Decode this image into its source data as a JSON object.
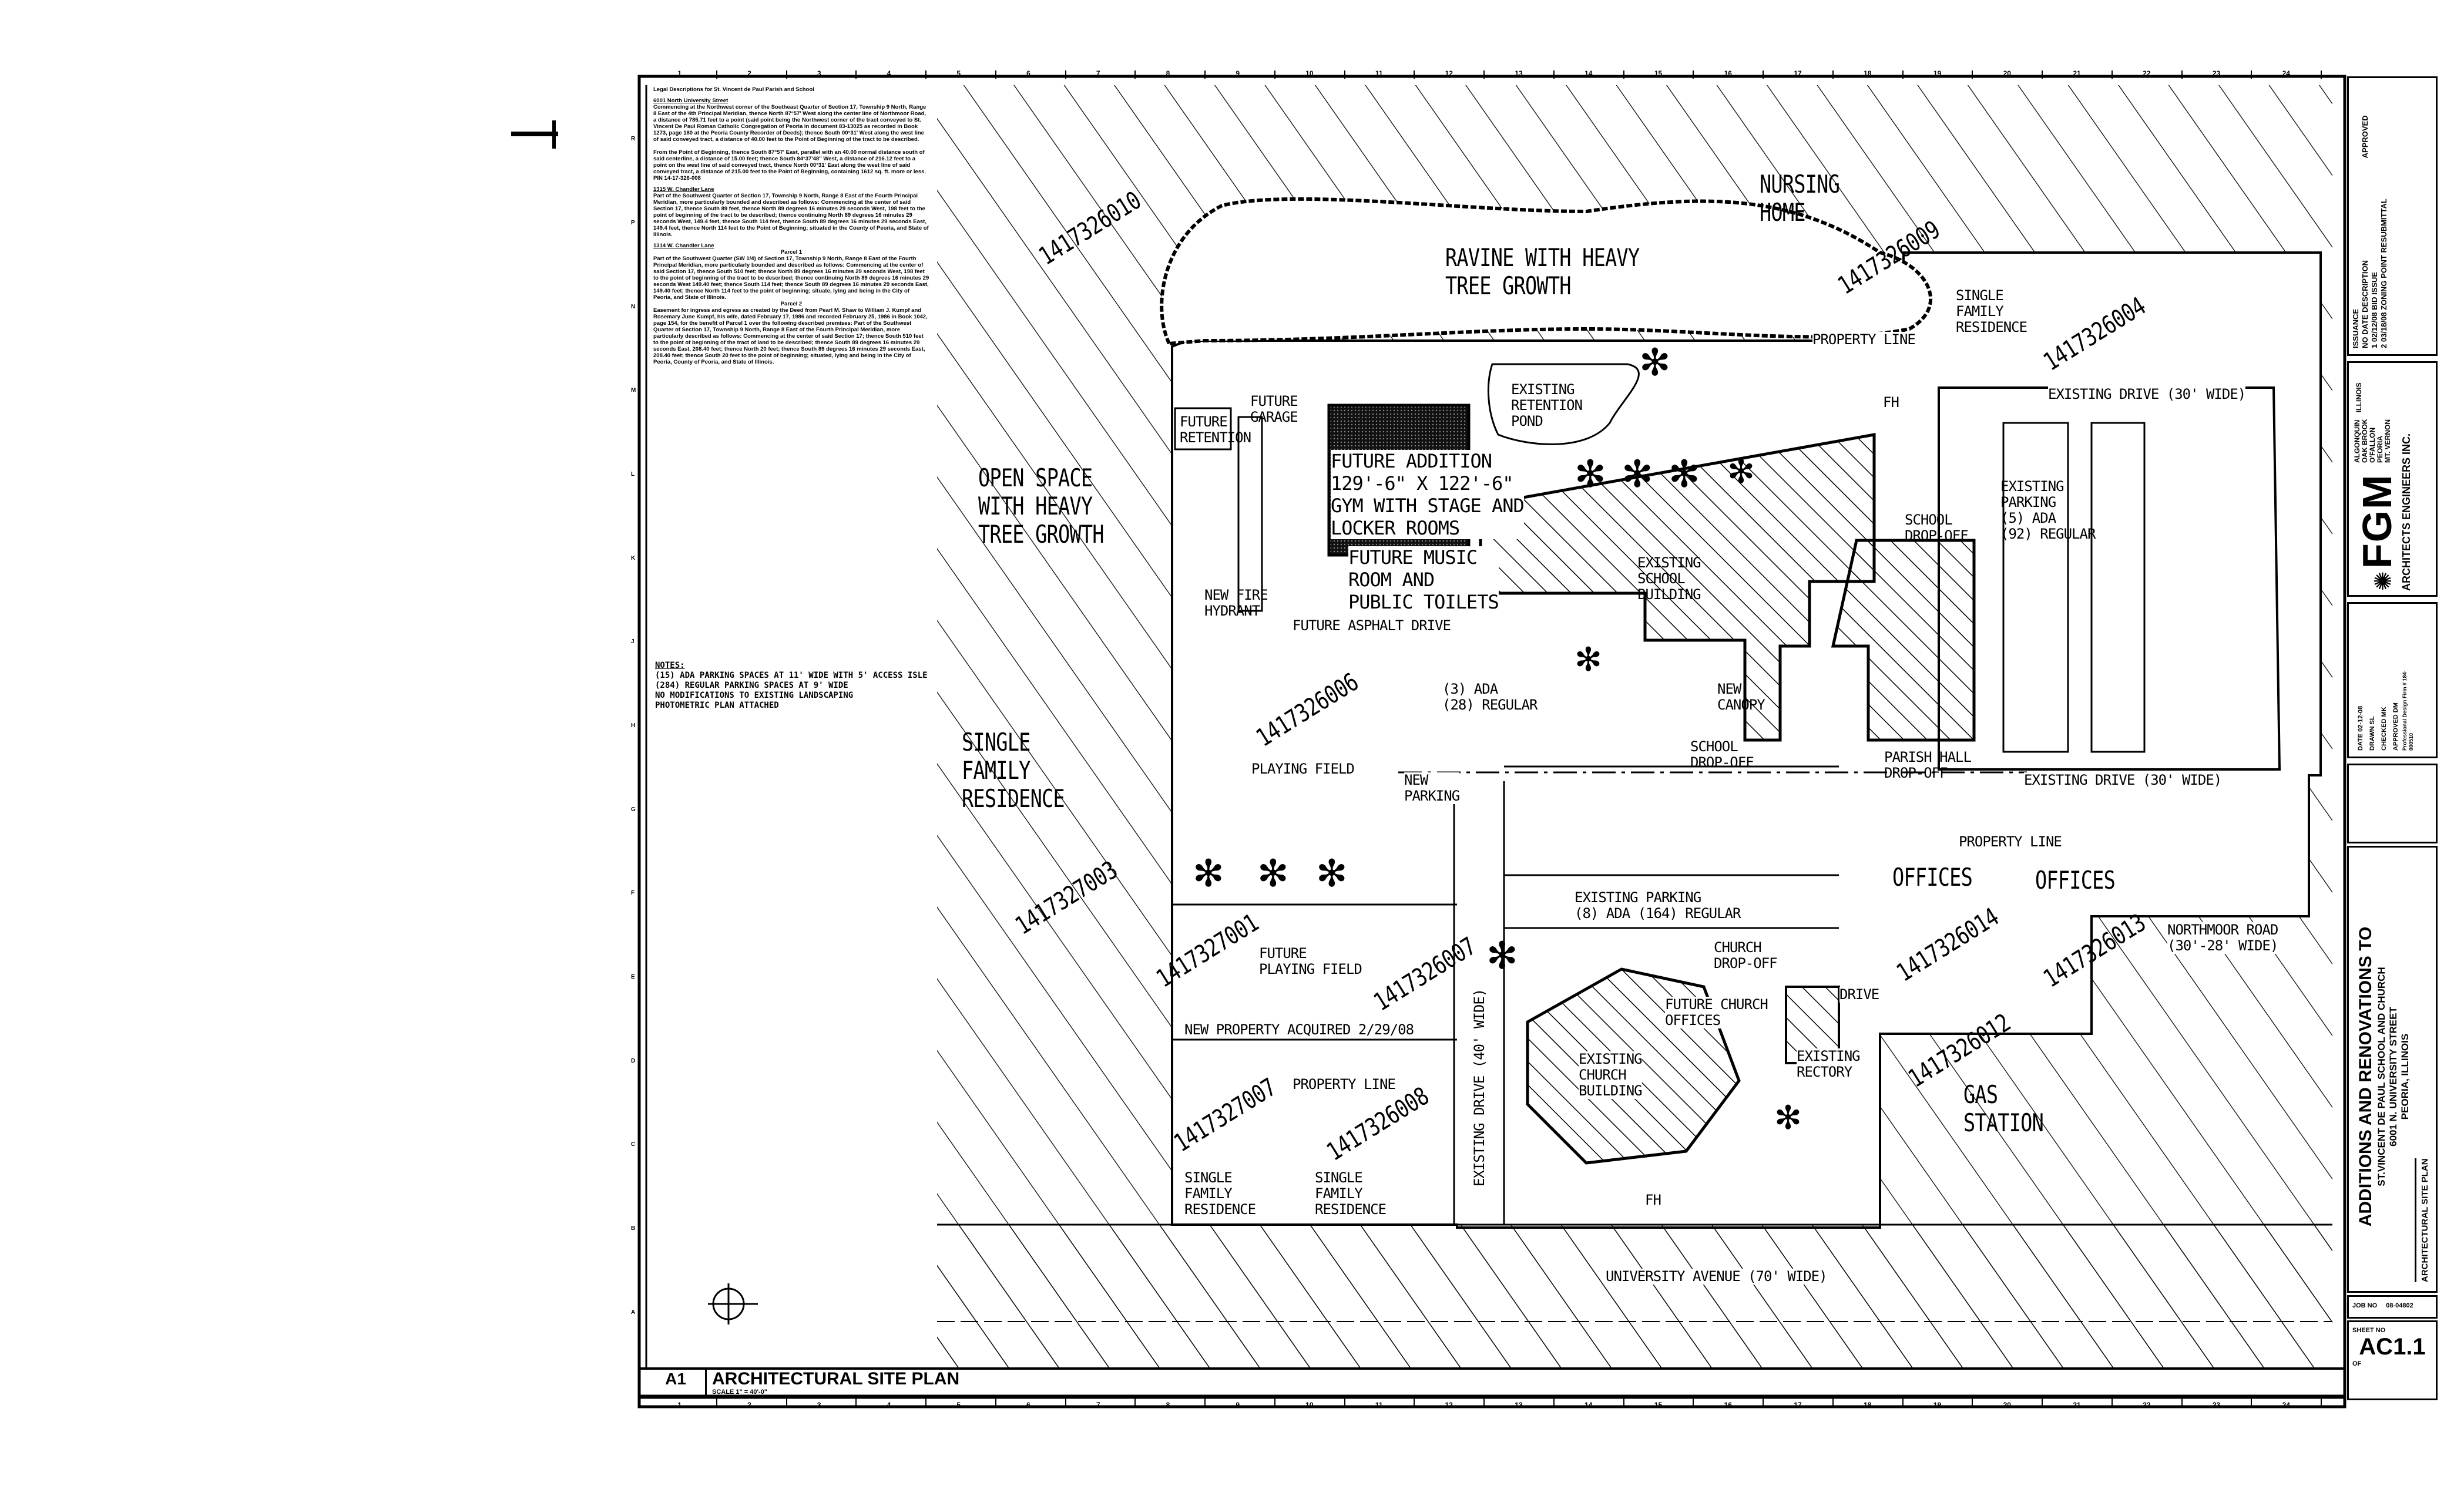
{
  "legal": {
    "title": "Legal Descriptions for St. Vincent de Paul Parish and School",
    "sections": [
      {
        "heading": "6001 North University Street",
        "paragraphs": [
          "Commencing at the Northwest corner of the Southeast Quarter of Section 17, Township 9 North, Range 8 East of the 4th Principal Meridian, thence North 87°57' West along the center line of Northmoor Road, a distance of 785.71 feet to a point (said point being the Northwest corner of the tract conveyed to St. Vincent De Paul Roman Catholic Congregation of Peoria in document 83-13025 as recorded in Book 1273, page 180 at the Peoria County Recorder of Deeds); thence South 00°31' West along the west line of said conveyed tract, a distance of 40.00 feet to the Point of Beginning of the tract to be described.",
          "From the Point of Beginning, thence South 87°57' East, parallel with an 40.00 normal distance south of said centerline, a distance of 15.00 feet; thence South 84°37'48\" West, a distance of 216.12 feet to a point on the west line of said conveyed tract, thence North 00°31' East along the west line of said conveyed tract, a distance of 215.00 feet to the Point of Beginning, containing 1612 sq. ft. more or less.",
          "PIN 14-17-326-008"
        ]
      },
      {
        "heading": "1315 W. Chandler Lane",
        "paragraphs": [
          "Part of the Southwest Quarter of Section 17, Township 9 North, Range 8 East of the Fourth Principal Meridian, more particularly bounded and described as follows: Commencing at the center of said Section 17, thence South 89 feet, thence North 89 degrees 16 minutes 29 seconds West, 198 feet to the point of beginning of the tract to be described; thence continuing North 89 degrees 16 minutes 29 seconds West, 149.4 feet, thence South 114 feet, thence South 89 degrees 16 minutes 29 seconds East, 149.4 feet, thence North 114 feet to the Point of Beginning; situated in the County of Peoria, and State of Illinois."
        ]
      },
      {
        "heading": "1314 W. Chandler Lane",
        "paragraphs": [
          "Parcel 1",
          "Part of the Southwest Quarter (SW 1/4) of Section 17, Township 9 North, Range 8 East of the Fourth Principal Meridian, more particularly bounded and described as follows: Commencing at the center of said Section 17, thence South 510 feet; thence North 89 degrees 16 minutes 29 seconds West, 198 feet to the point of beginning of the tract to be described; thence continuing North 89 degrees 16 minutes 29 seconds West 149.40 feet; thence South 114 feet; thence South 89 degrees 16 minutes 29 seconds East, 149.40 feet; thence North 114 feet to the point of beginning; situate, lying and being in the City of Peoria, and State of Illinois.",
          "Parcel 2",
          "Easement for ingress and egress as created by the Deed from Pearl M. Shaw to William J. Kumpf and Rosemary June Kumpf, his wife, dated February 17, 1986 and recorded February 25, 1986 in Book 1042, page 154, for the benefit of Parcel 1 over the following described premises: Part of the Southwest Quarter of Section 17, Township 9 North, Range 8 East of the Fourth Principal Meridian, more particularly described as follows: Commencing at the center of said Section 17; thence South 510 feet to the point of beginning of the tract of land to be described; thence South 89 degrees 16 minutes 29 seconds East, 208.40 feet; thence North 20 feet; thence South 89 degrees 16 minutes 29 seconds East, 208.40 feet; thence South 20 feet to the point of beginning; situated, lying and being in the City of Peoria, County of Peoria, and State of Illinois."
        ]
      }
    ]
  },
  "notes": {
    "heading": "NOTES:",
    "items": [
      "(15) ADA PARKING SPACES AT 11' WIDE WITH 5' ACCESS ISLE",
      "(284) REGULAR PARKING SPACES AT 9' WIDE",
      "NO MODIFICATIONS TO EXISTING LANDSCAPING",
      "PHOTOMETRIC PLAN ATTACHED"
    ]
  },
  "grid": {
    "columns": [
      "1",
      "2",
      "3",
      "4",
      "5",
      "6",
      "7",
      "8",
      "9",
      "10",
      "11",
      "12",
      "13",
      "14",
      "15",
      "16",
      "17",
      "18",
      "19",
      "20",
      "21",
      "22",
      "23",
      "24"
    ],
    "rows": [
      "A",
      "B",
      "C",
      "D",
      "E",
      "F",
      "G",
      "H",
      "J",
      "K",
      "L",
      "M",
      "N",
      "P",
      "R"
    ]
  },
  "plan": {
    "labels": {
      "nursing_home": "NURSING\nHOME",
      "ravine": "RAVINE WITH HEAVY\nTREE GROWTH",
      "open_space": "OPEN SPACE\nWITH HEAVY\nTREE GROWTH",
      "sfr_west": "SINGLE\nFAMILY\nRESIDENCE",
      "future_retention": "FUTURE\nRETENTION",
      "future_garage": "FUTURE\nGARAGE",
      "future_addition": "FUTURE ADDITION\n129'-6\" x 122'-6\"\nGYM WITH STAGE AND\nLOCKER ROOMS",
      "future_music": "FUTURE MUSIC\nROOM AND\nPUBLIC TOILETS",
      "retention_pond": "EXISTING\nRETENTION\nPOND",
      "school_building": "EXISTING\nSCHOOL\nBUILDING",
      "fire_hydrant": "NEW FIRE\nHYDRANT",
      "asphalt_drive": "FUTURE ASPHALT DRIVE",
      "ada_regular": "(3) ADA\n(28) REGULAR",
      "playing_field": "PLAYING FIELD",
      "new_parking": "NEW\nPARKING",
      "school_dropoff": "SCHOOL\nDROP-OFF",
      "new_canopy": "NEW\nCANOPY",
      "parish_dropoff": "PARISH HALL\nDROP-OFF",
      "existing_drive_top": "EXISTING DRIVE (30' WIDE)",
      "existing_parking_east": "EXISTING\nPARKING\n(5) ADA\n(92) REGULAR",
      "school_dropoff_east": "SCHOOL\nDROP-OFF",
      "sfr_ne": "SINGLE\nFAMILY\nRESIDENCE",
      "property_line_1": "PROPERTY LINE",
      "existing_drive_mid": "EXISTING DRIVE (30' WIDE)",
      "property_line_2": "PROPERTY LINE",
      "offices_1": "OFFICES",
      "offices_2": "OFFICES",
      "northmoor": "NORTHMOOR ROAD\n(30'-28' WIDE)",
      "existing_parking_south": "EXISTING PARKING\n(8) ADA (164) REGULAR",
      "church_dropoff": "CHURCH\nDROP-OFF",
      "future_playing_field": "FUTURE\nPLAYING FIELD",
      "new_property": "NEW PROPERTY ACQUIRED 2/29/08",
      "property_line_3": "PROPERTY LINE",
      "church_building": "EXISTING\nCHURCH\nBUILDING",
      "future_church_offices": "FUTURE CHURCH\nOFFICES",
      "drive": "DRIVE",
      "rectory": "EXISTING\nRECTORY",
      "gas_station": "GAS\nSTATION",
      "existing_drive_40": "EXISTING DRIVE (40' WIDE)",
      "sfr_sw1": "SINGLE\nFAMILY\nRESIDENCE",
      "sfr_sw2": "SINGLE\nFAMILY\nRESIDENCE",
      "university_ave": "UNIVERSITY AVENUE (70' WIDE)",
      "fh1": "FH",
      "fh2": "FH"
    },
    "parcels": [
      "1417326010",
      "1417326009",
      "1417326004",
      "1417326006",
      "1417327003",
      "1417327001",
      "1417326007",
      "1417327007",
      "1417326008",
      "1417326014",
      "1417326013",
      "1417326012"
    ]
  },
  "drawing_title": {
    "number": "A1",
    "title": "ARCHITECTURAL SITE PLAN",
    "scale": "SCALE  1\" = 40'-0\""
  },
  "title_block": {
    "issuance": {
      "heading": "ISSUANCE",
      "columns": [
        "NO",
        "DATE",
        "DESCRIPTION",
        "APPROVED"
      ],
      "rows": [
        {
          "no": "1",
          "date": "02/12/08",
          "desc": "BID ISSUE"
        },
        {
          "no": "2",
          "date": "03/18/08",
          "desc": "ZONING POINT RESUBMITTAL"
        }
      ]
    },
    "firm": {
      "logo": "FGM",
      "name": "ARCHITECTS ENGINEERS INC.",
      "offices": [
        "ALGONQUIN",
        "OAK BROOK",
        "O'FALLON",
        "PEORIA",
        "MT. VERNON"
      ],
      "state": "ILLINOIS"
    },
    "info": {
      "date": "DATE  02-12-08",
      "drawn": "DRAWN  SL",
      "checked": "CHECKED  MK",
      "approved": "APPROVED  DM",
      "license": "Professional Design Firm # 184-000510"
    },
    "project": {
      "title": "ADDITIONS AND RENOVATIONS TO",
      "line1": "ST.VINCENT DE PAUL SCHOOL AND CHURCH",
      "line2": "6001 N. UNIVERSITY STREET",
      "line3": "PEORIA, ILLINOIS",
      "sheet_title": "ARCHITECTURAL SITE PLAN"
    },
    "job": {
      "label": "JOB NO",
      "value": "08-04802"
    },
    "sheet": {
      "label": "SHEET NO",
      "value": "AC1.1",
      "of": "OF"
    }
  }
}
